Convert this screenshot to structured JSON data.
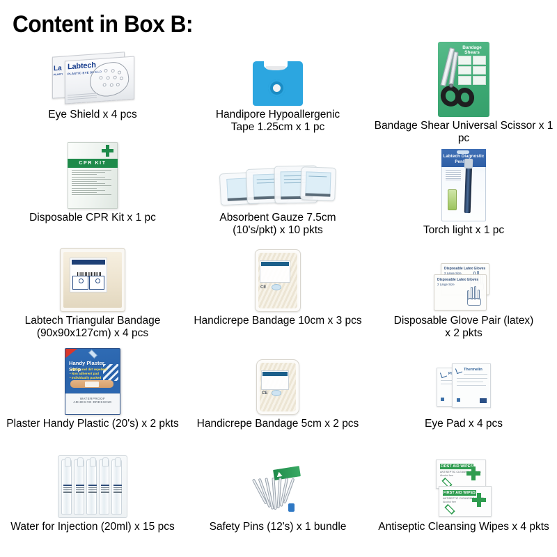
{
  "page": {
    "title": "Content in Box B:",
    "background_color": "#ffffff",
    "text_color": "#000000"
  },
  "products": [
    {
      "id": "eye-shield",
      "caption": "Eye Shield x 4 pcs",
      "name": "Eye Shield",
      "quantity": "x 4 pcs",
      "package_text": {
        "brand": "Labtech",
        "subtitle": "PLASTIC EYE SHIELD"
      }
    },
    {
      "id": "handipore-tape",
      "caption": "Handipore Hypoallergenic\nTape 1.25cm x 1 pc",
      "name": "Handipore Hypoallergenic Tape 1.25cm",
      "quantity": "x 1 pc",
      "package_text": {
        "color": "#2ca6e0"
      }
    },
    {
      "id": "bandage-shear",
      "caption": "Bandage Shear Universal Scissor x 1 pc",
      "name": "Bandage Shear Universal Scissor",
      "quantity": "x 1 pc",
      "package_text": {
        "title": "Bandage\nShears",
        "color": "#3da873"
      }
    },
    {
      "id": "cpr-kit",
      "caption": "Disposable CPR Kit x 1 pc",
      "name": "Disposable CPR Kit",
      "quantity": "x 1 pc",
      "package_text": {
        "band": "CPR KIT",
        "color": "#1e8a4a"
      }
    },
    {
      "id": "absorbent-gauze",
      "caption": "Absorbent Gauze 7.5cm\n(10's/pkt) x 10 pkts",
      "name": "Absorbent Gauze 7.5cm (10's/pkt)",
      "quantity": "x 10 pkts"
    },
    {
      "id": "torch-light",
      "caption": "Torch light x 1 pc",
      "name": "Torch light",
      "quantity": "x 1 pc",
      "package_text": {
        "title": "Labtech Diagnostic\nPenlight",
        "color": "#2f5fa5"
      }
    },
    {
      "id": "triangular-bandage",
      "caption": "Labtech Triangular Bandage\n(90x90x127cm) x 4 pcs",
      "name": "Labtech Triangular Bandage (90x90x127cm)",
      "quantity": "x 4 pcs"
    },
    {
      "id": "handicrepe-bandage-10cm",
      "caption": "Handicrepe Bandage 10cm x 3 pcs",
      "name": "Handicrepe Bandage 10cm",
      "quantity": "x 3 pcs"
    },
    {
      "id": "disposable-glove-pair",
      "caption": "Disposable Glove Pair (latex)\nx 2 pkts",
      "name": "Disposable Glove Pair (latex)",
      "quantity": "x 2 pkts",
      "package_text": {
        "title": "Disposable Latex Gloves",
        "subtitle": "2 Large Size"
      }
    },
    {
      "id": "plaster-handy-plastic",
      "caption": "Plaster Handy Plastic (20's) x 2 pkts",
      "name": "Plaster Handy Plastic (20's)",
      "quantity": "x 2 pkts",
      "package_text": {
        "title": "Handy Plaster Strip",
        "bullets": [
          "Water and dirt repellent",
          "Non adherent pad",
          "Individually packed"
        ],
        "footer": "WATERPROOF\nADHESIVE DRESSING",
        "color": "#2a63ab"
      }
    },
    {
      "id": "handicrepe-bandage-5cm",
      "caption": "Handicrepe Bandage 5cm x 2 pcs",
      "name": "Handicrepe Bandage 5cm",
      "quantity": "x 2 pcs"
    },
    {
      "id": "eye-pad",
      "caption": "Eye Pad x 4 pcs",
      "name": "Eye Pad",
      "quantity": "x 4 pcs",
      "package_text": {
        "title": "Thermelin",
        "subtitle": "Sterile Eye Pad"
      }
    },
    {
      "id": "water-for-injection",
      "caption": "Water for Injection (20ml) x 15 pcs",
      "name": "Water for Injection (20ml)",
      "quantity": "x 15 pcs"
    },
    {
      "id": "safety-pins",
      "caption": "Safety Pins (12's) x 1 bundle",
      "name": "Safety Pins (12's)",
      "quantity": "x 1 bundle"
    },
    {
      "id": "antiseptic-wipes",
      "caption": "Antiseptic Cleansing Wipes x 4 pkts",
      "name": "Antiseptic Cleansing Wipes",
      "quantity": "x 4 pkts",
      "package_text": {
        "band": "FIRST AID WIPES",
        "subtitle": "ANTISEPTIC CLEANSING WIPES",
        "note": "Alcohol free",
        "color": "#2f9c4f"
      }
    }
  ]
}
